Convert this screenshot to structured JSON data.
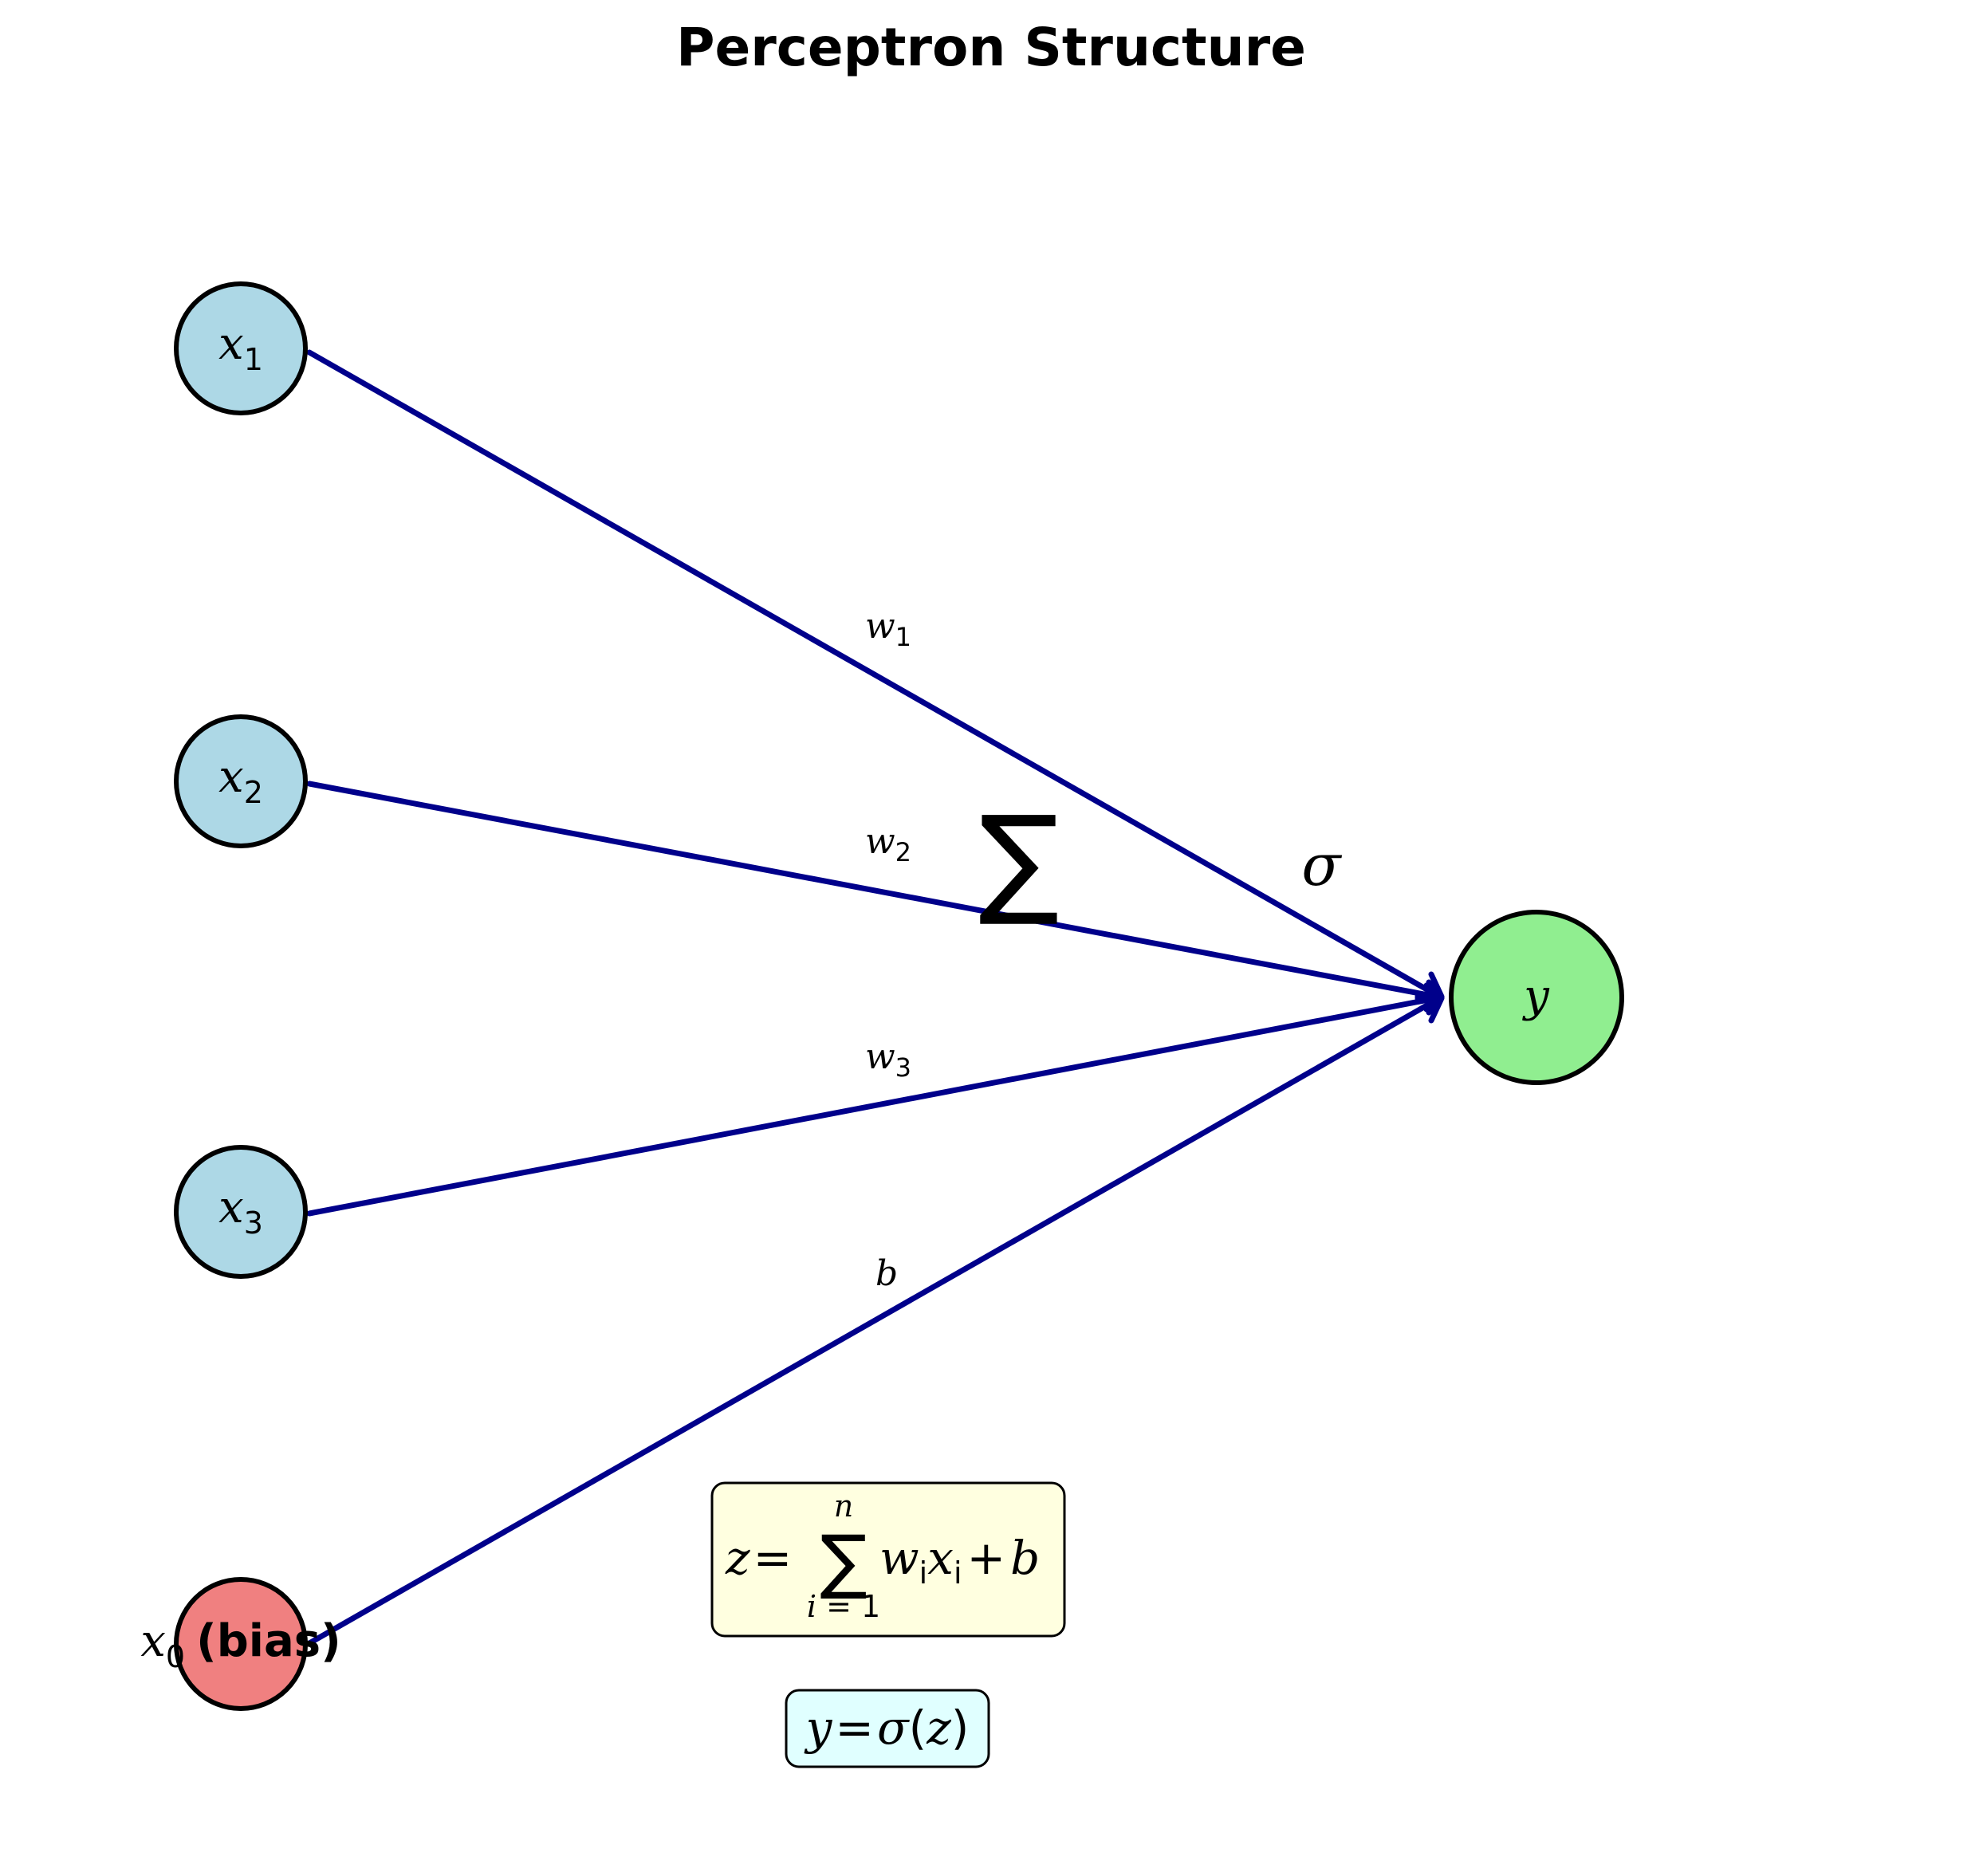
{
  "title": "Perceptron Structure",
  "colors": {
    "input_node": "#add8e6",
    "bias_node": "#f08080",
    "output_node": "#90ee90",
    "edge": "#00008b",
    "sum_box": "#ffffe0",
    "activation_box": "#e0ffff"
  },
  "inputs": [
    {
      "var": "x",
      "sub": "1",
      "weight_var": "w",
      "weight_sub": "1"
    },
    {
      "var": "x",
      "sub": "2",
      "weight_var": "w",
      "weight_sub": "2"
    },
    {
      "var": "x",
      "sub": "3",
      "weight_var": "w",
      "weight_sub": "3"
    }
  ],
  "bias": {
    "var": "x",
    "sub": "0",
    "tag": "(bias)",
    "weight_var": "b"
  },
  "output": {
    "var": "y"
  },
  "sum_symbol": "∑",
  "activation_symbol": "σ",
  "sum_formula": {
    "lhs": "z",
    "eq": "=",
    "sigma": "∑",
    "upper": "n",
    "lower_var": "i",
    "lower_rest": " = 1",
    "w": "w",
    "w_sub": "i",
    "x": "x",
    "x_sub": "i",
    "plus": "+",
    "b": "b"
  },
  "activation_formula": {
    "lhs": "y",
    "eq": "=",
    "func": "σ",
    "open": "(",
    "arg": "z",
    "close": ")"
  }
}
